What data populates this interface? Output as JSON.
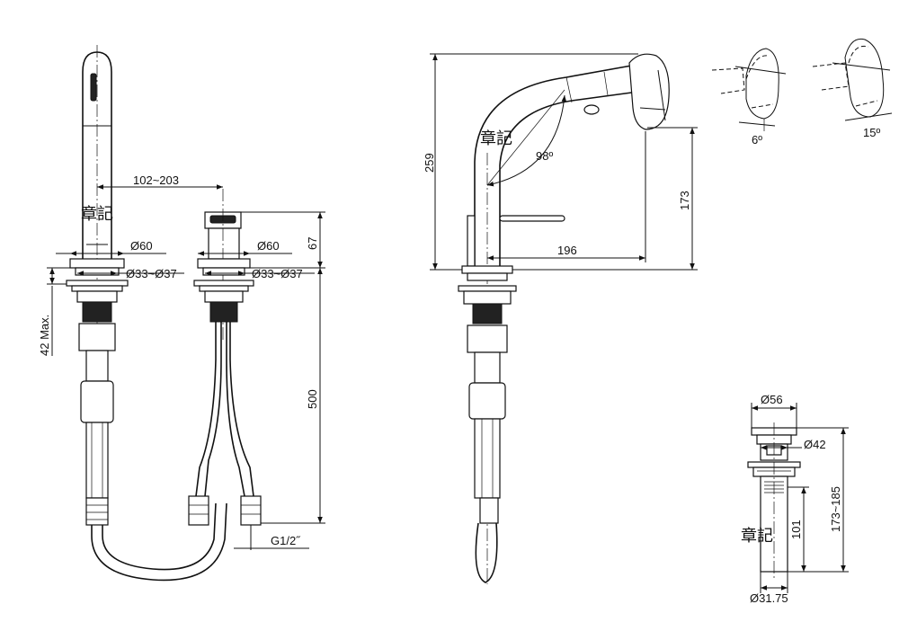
{
  "watermark": "章記",
  "labels": {
    "left_spacing": "102~203",
    "dia60_a": "Ø60",
    "dia3337_a": "Ø33~Ø37",
    "dia60_b": "Ø60",
    "dia3337_b": "Ø33~Ø37",
    "h67": "67",
    "h500": "500",
    "max42": "42 Max.",
    "g12": "G1/2˝",
    "h259": "259",
    "angle98": "98º",
    "h173": "173",
    "reach196": "196",
    "rot6": "6º",
    "rot15": "15º",
    "dia56": "Ø56",
    "dia42": "Ø42",
    "h101": "101",
    "h173185": "173~185",
    "dia3175": "Ø31.75"
  }
}
